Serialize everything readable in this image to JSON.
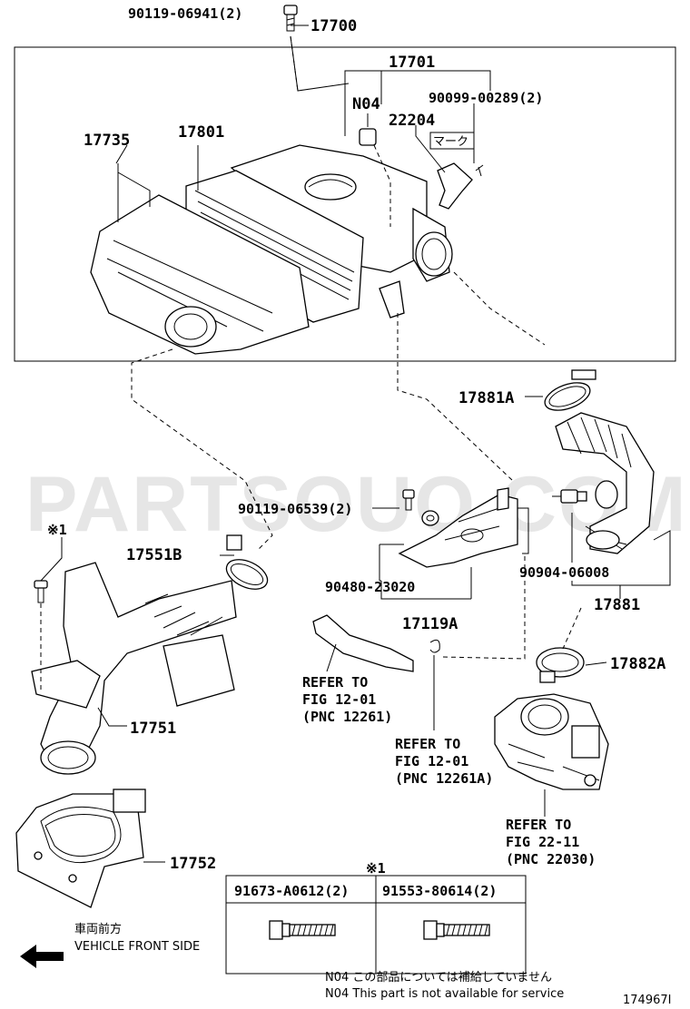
{
  "watermark": "PARTSOUQ.COM",
  "part_labels": {
    "p90119_06941": "90119-06941(2)",
    "p17700": "17700",
    "p17701": "17701",
    "pN04": "N04",
    "p22204": "22204",
    "p90099_00289": "90099-00289(2)",
    "mark": "マーク",
    "p17735": "17735",
    "p17801": "17801",
    "p17881A": "17881A",
    "p90119_06539": "90119-06539(2)",
    "p17551B": "17551B",
    "p90480_23020": "90480-23020",
    "p90904_06008": "90904-06008",
    "p17119A": "17119A",
    "p17881": "17881",
    "p17882A": "17882A",
    "p17751": "17751",
    "p17752": "17752",
    "star1": "※1"
  },
  "references": {
    "ref1": [
      "REFER TO",
      "FIG 12-01",
      "(PNC 12261)"
    ],
    "ref2": [
      "REFER TO",
      "FIG 12-01",
      "(PNC 12261A)"
    ],
    "ref3": [
      "REFER TO",
      "FIG 22-11",
      "(PNC 22030)"
    ]
  },
  "bolt_table": {
    "title": "※1",
    "col1": "91673-A0612(2)",
    "col2": "91553-80614(2)"
  },
  "direction": {
    "jp": "車両前方",
    "en": "VEHICLE FRONT SIDE"
  },
  "notes": {
    "jp": "N04  この部品については補給していません",
    "en": "N04  This part is not available for service"
  },
  "figure_id": "174967I"
}
